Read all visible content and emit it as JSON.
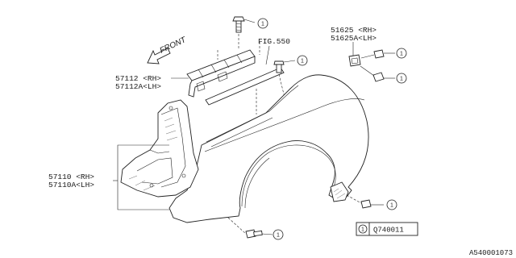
{
  "labels": {
    "front": "FRONT",
    "fig_ref": "FIG.550",
    "bracket_rh": "57112 <RH>",
    "bracket_lh": "57112A<LH>",
    "fender_rh": "57110 <RH>",
    "fender_lh": "57110A<LH>",
    "clip_rh": "51625 <RH>",
    "clip_lh": "51625A<LH>"
  },
  "callouts": {
    "fastener_ref": "1",
    "legend_code": "Q740011"
  },
  "diagram_id": "A540001073"
}
